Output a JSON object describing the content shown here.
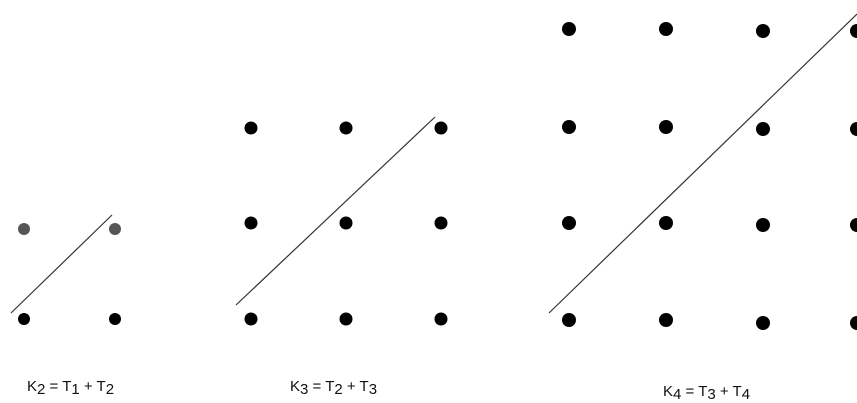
{
  "colors": {
    "dot": "#000000",
    "dot_gray": "#555555",
    "line": "#333333"
  },
  "figures": [
    {
      "name": "k2",
      "caption": {
        "lhs": "K",
        "lhs_sub": "2",
        "eq": " = ",
        "t1": "T",
        "t1_sub": "1",
        "plus": " + ",
        "t2": "T",
        "t2_sub": "2"
      },
      "grid_size": 2
    },
    {
      "name": "k3",
      "caption": {
        "lhs": "K",
        "lhs_sub": "3",
        "eq": " = ",
        "t1": "T",
        "t1_sub": "2",
        "plus": " + ",
        "t2": "T",
        "t2_sub": "3"
      },
      "grid_size": 3
    },
    {
      "name": "k4",
      "caption": {
        "lhs": "K",
        "lhs_sub": "4",
        "eq": " = ",
        "t1": "T",
        "t1_sub": "3",
        "plus": " + ",
        "t2": "T",
        "t2_sub": "4"
      },
      "grid_size": 4
    }
  ]
}
